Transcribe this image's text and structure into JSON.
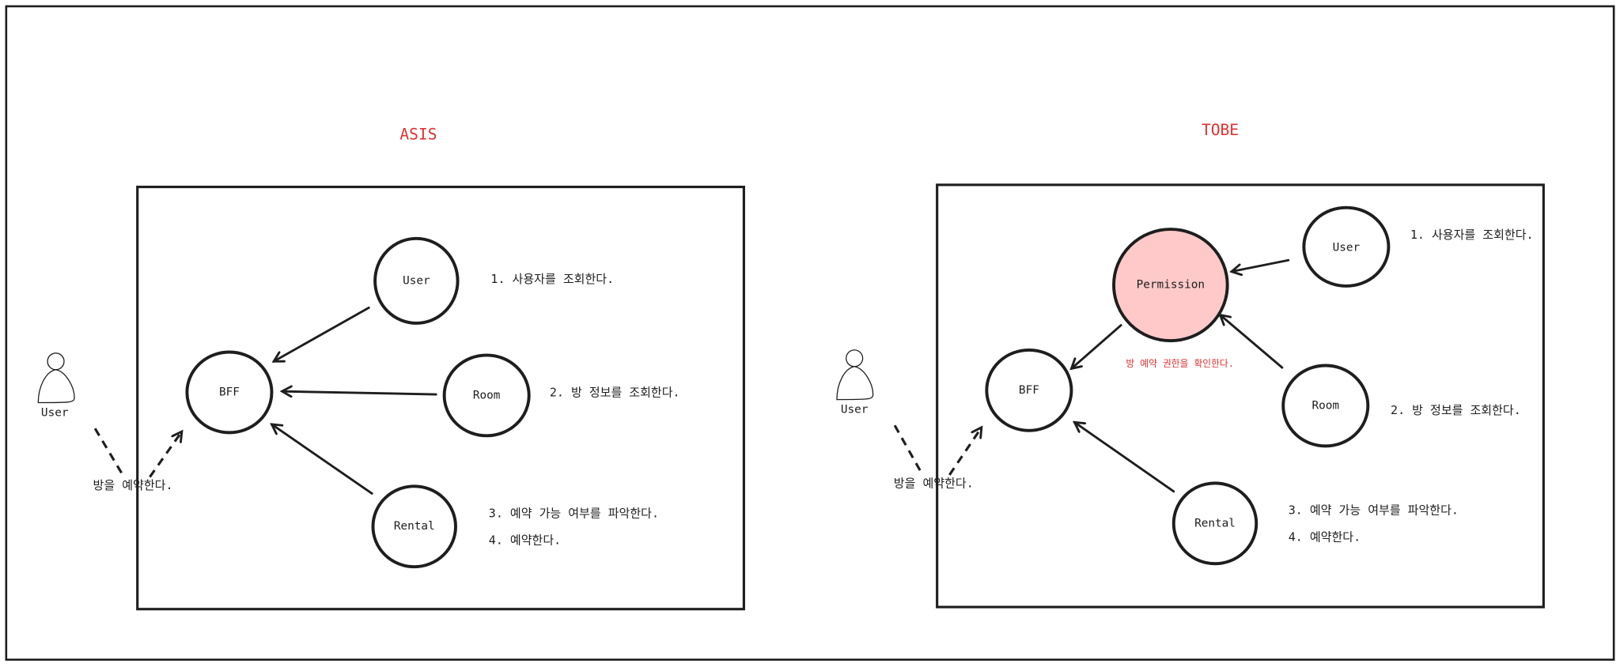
{
  "colors": {
    "accent_red": "#e03131",
    "permission_fill": "#ffc9c9",
    "stroke": "#1e1e1e"
  },
  "asis": {
    "title": "ASIS",
    "actor_label": "User",
    "actor_action": "방을 예약한다.",
    "nodes": {
      "bff": "BFF",
      "user": "User",
      "room": "Room",
      "rental": "Rental"
    },
    "steps": [
      "1. 사용자를 조회한다.",
      "2. 방 정보를 조회한다.",
      "3. 예약 가능 여부를 파악한다.",
      "4. 예약한다."
    ]
  },
  "tobe": {
    "title": "TOBE",
    "actor_label": "User",
    "actor_action": "방을 예약한다.",
    "nodes": {
      "bff": "BFF",
      "permission": "Permission",
      "user": "User",
      "room": "Room",
      "rental": "Rental"
    },
    "permission_note": "방 예약 권한을 확인한다.",
    "steps": [
      "1. 사용자를 조회한다.",
      "2. 방 정보를 조회한다.",
      "3. 예약 가능 여부를 파악한다.",
      "4. 예약한다."
    ]
  }
}
